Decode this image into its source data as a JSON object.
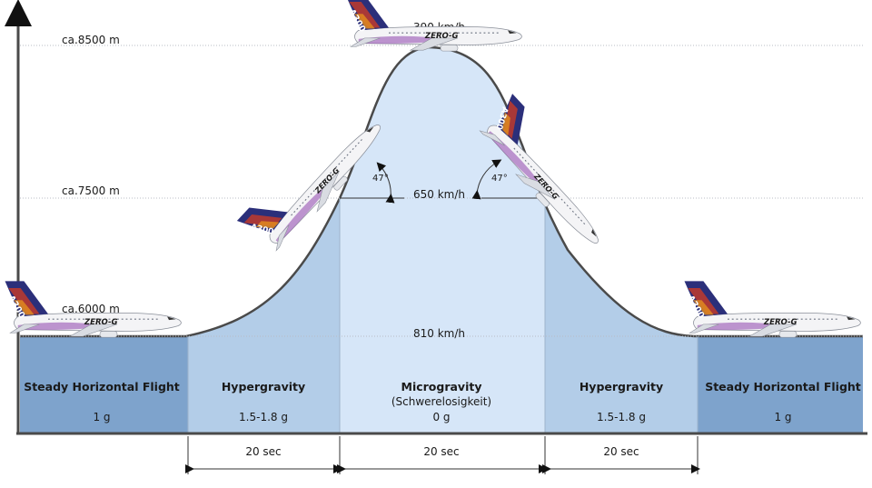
{
  "altitudes": [
    {
      "label": "ca.8500 m"
    },
    {
      "label": "ca.7500 m"
    },
    {
      "label": "ca.6000 m"
    }
  ],
  "speeds": [
    {
      "label": "390 km/h"
    },
    {
      "label": "650 km/h"
    },
    {
      "label": "810 km/h"
    }
  ],
  "phases": [
    {
      "title": "Steady Horizontal Flight",
      "subtitle": "",
      "g": "1 g",
      "color": "#7ea3cc"
    },
    {
      "title": "Hypergravity",
      "subtitle": "",
      "g": "1.5-1.8 g",
      "color": "#b3cde8"
    },
    {
      "title": "Microgravity",
      "subtitle": "(Schwerelosigkeit)",
      "g": "0 g",
      "color": "#d6e6f8"
    },
    {
      "title": "Hypergravity",
      "subtitle": "",
      "g": "1.5-1.8 g",
      "color": "#b3cde8"
    },
    {
      "title": "Steady Horizontal Flight",
      "subtitle": "",
      "g": "1 g",
      "color": "#7ea3cc"
    }
  ],
  "durations": [
    {
      "label": "20 sec"
    },
    {
      "label": "20 sec"
    },
    {
      "label": "20 sec"
    }
  ],
  "angles": [
    {
      "label": "47°"
    },
    {
      "label": "47°"
    }
  ],
  "aircraft": {
    "model": "A300",
    "livery": "ZERO-G",
    "body_color": "#f4f4f6",
    "tail_color": "#2b2f7a",
    "stripe_colors": [
      "#c0392b",
      "#e08a1e",
      "#8e44ad"
    ]
  }
}
